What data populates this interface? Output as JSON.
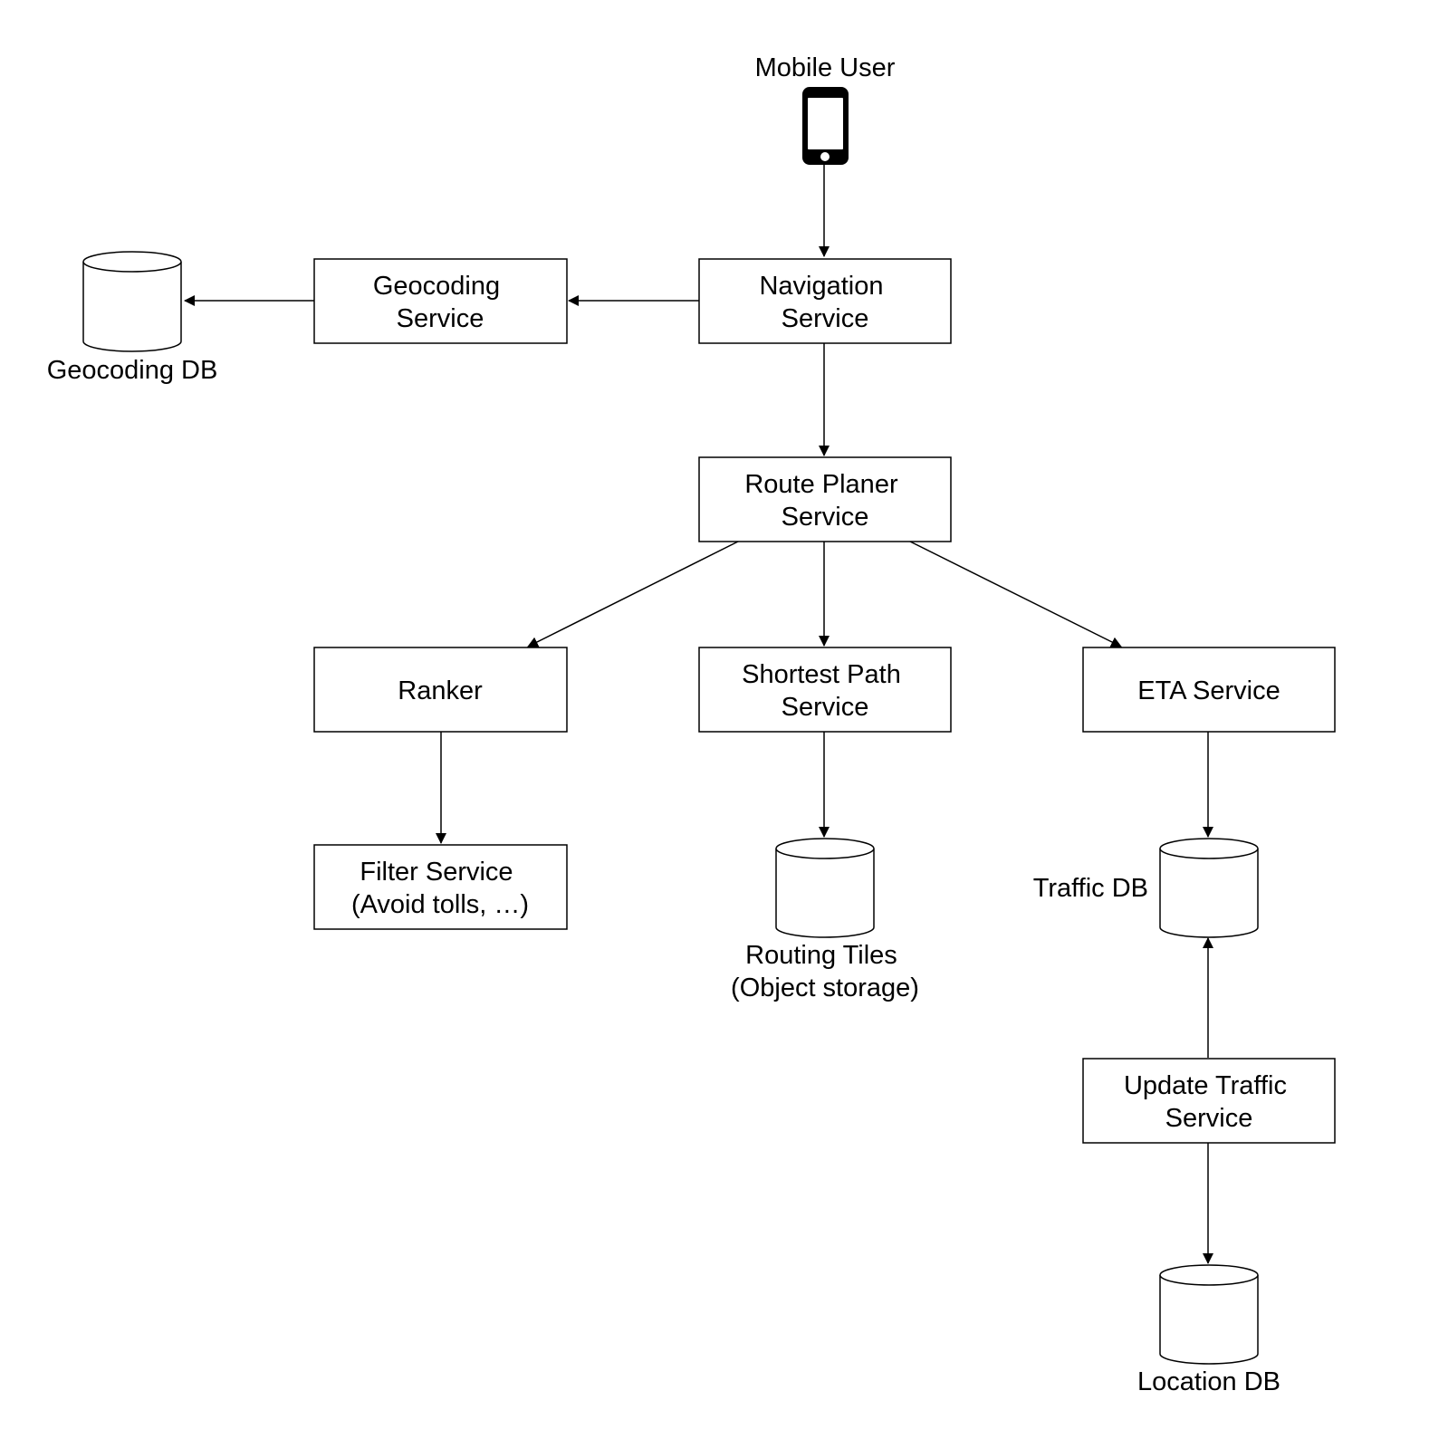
{
  "colors": {
    "stroke": "#000000",
    "background": "#ffffff"
  },
  "user": {
    "label": "Mobile User",
    "icon": "mobile-phone-icon"
  },
  "services": {
    "navigation": [
      "Navigation",
      "Service"
    ],
    "geocoding": [
      "Geocoding",
      "Service"
    ],
    "route_planer": [
      "Route Planer",
      "Service"
    ],
    "ranker": [
      "Ranker"
    ],
    "shortest_path": [
      "Shortest Path",
      "Service"
    ],
    "eta": [
      "ETA Service"
    ],
    "filter": [
      "Filter Service",
      "(Avoid tolls, …)"
    ],
    "update_traffic": [
      "Update Traffic",
      "Service"
    ]
  },
  "databases": {
    "geocoding_db": [
      "Geocoding DB"
    ],
    "routing_tiles": [
      "Routing Tiles",
      "(Object storage)"
    ],
    "traffic_db": [
      "Traffic DB"
    ],
    "location_db": [
      "Location DB"
    ]
  }
}
